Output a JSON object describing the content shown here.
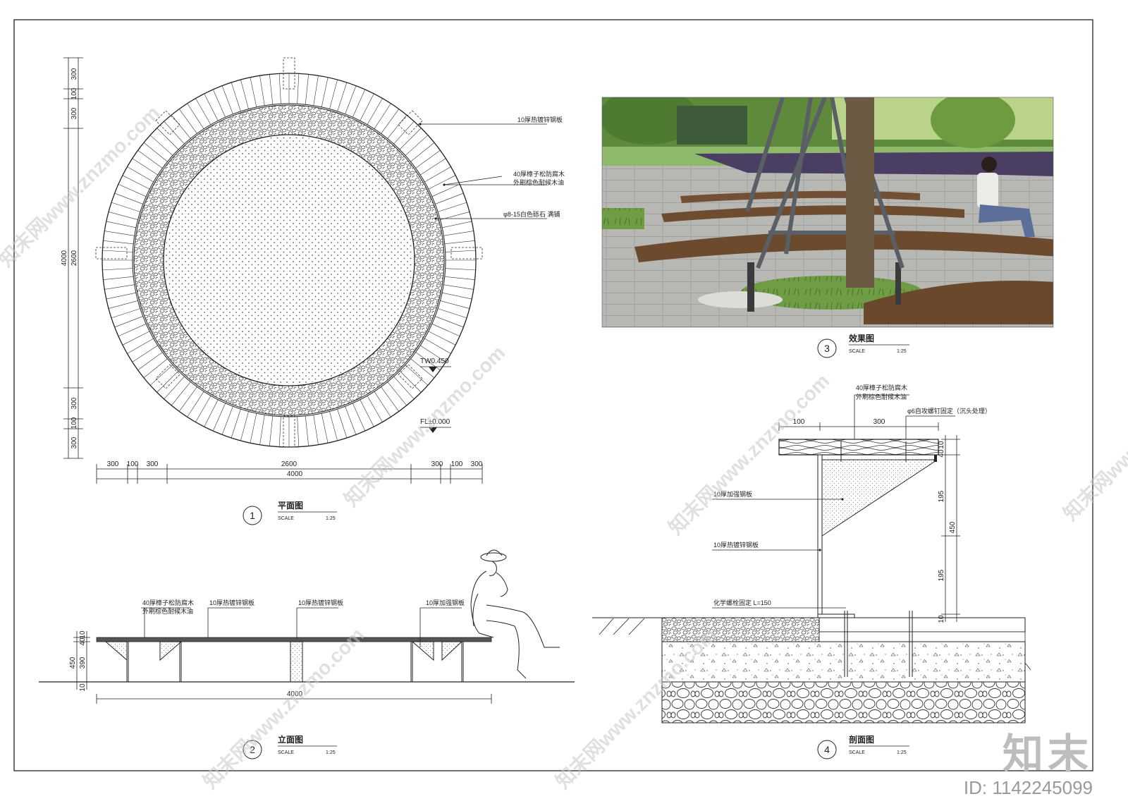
{
  "plan": {
    "label_steel": "10厚热镀锌钢板",
    "label_wood1": "40厚樟子松防腐木",
    "label_wood2": "外刷棕色耐候木油",
    "label_gravel": "φ8-15白色砾石  满铺",
    "level_tw": "TW0.450",
    "level_fl": "FL±0.000",
    "dims_bottom": [
      "300",
      "100",
      "300",
      "2600",
      "300",
      "100",
      "300"
    ],
    "dim_total": "4000",
    "dims_left": [
      "300",
      "100",
      "300",
      "2600",
      "300",
      "100",
      "300"
    ],
    "dim_left_total": "4000",
    "number": "1",
    "title": "平面图",
    "scale_label": "SCALE",
    "scale_value": "1:25"
  },
  "elevation": {
    "label_wood1": "40厚樟子松防腐木",
    "label_wood2": "外刷棕色耐候木油",
    "label_steel1": "10厚热镀锌钢板",
    "label_steel2": "10厚热镀锌钢板",
    "label_rib": "10厚加强钢板",
    "dim_h1": "10",
    "dim_h2": "40",
    "dim_h3": "390",
    "dim_h4": "450",
    "dim_h5": "10",
    "dim_total": "4000",
    "number": "2",
    "title": "立面图",
    "scale_label": "SCALE",
    "scale_value": "1:25"
  },
  "photo": {
    "number": "3",
    "title": "效果图",
    "scale_label": "SCALE",
    "scale_value": "1:25"
  },
  "section": {
    "label_wood1": "40厚樟子松防腐木",
    "label_wood2": "外刷棕色耐候木油",
    "label_screw": "φ6自攻螺钉固定（沉头处理）",
    "label_rib": "10厚加强钢板",
    "label_steel": "10厚热镀锌钢板",
    "label_bolt": "化学螺栓固定 L=150",
    "dim_100": "100",
    "dim_300": "300",
    "dim_10a": "10",
    "dim_40": "40",
    "dim_195a": "195",
    "dim_195b": "195",
    "dim_450": "450",
    "dim_10b": "10",
    "number": "4",
    "title": "剖面图",
    "scale_label": "SCALE",
    "scale_value": "1:25"
  },
  "watermark": {
    "text1": "知末网www.znzmo.com",
    "logo": "知末",
    "id": "ID: 1142245099"
  }
}
